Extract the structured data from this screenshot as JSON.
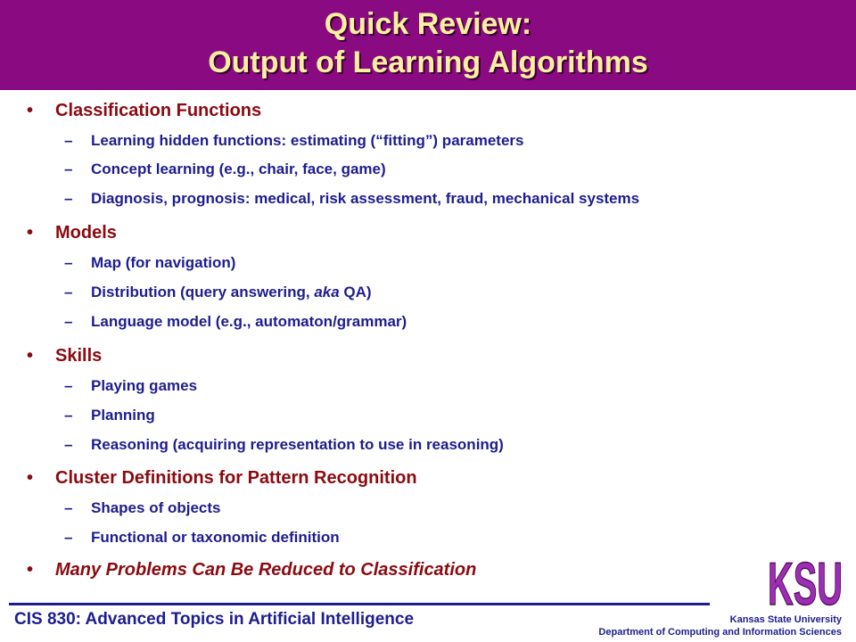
{
  "slide": {
    "title_line1": "Quick Review:",
    "title_line2": "Output of Learning Algorithms"
  },
  "sections": [
    {
      "heading": "Classification Functions",
      "items": [
        "Learning hidden functions: estimating (“fitting”) parameters",
        "Concept learning (e.g., chair, face, game)",
        "Diagnosis, prognosis: medical, risk assessment, fraud, mechanical systems"
      ]
    },
    {
      "heading": "Models",
      "items": [
        "Map (for navigation)",
        {
          "before": "Distribution (query answering, ",
          "emph": "aka",
          "after": " QA)"
        },
        "Language model (e.g., automaton/grammar)"
      ]
    },
    {
      "heading": "Skills",
      "items": [
        "Playing games",
        "Planning",
        "Reasoning (acquiring representation to use in reasoning)"
      ]
    },
    {
      "heading": "Cluster Definitions for Pattern Recognition",
      "items": [
        "Shapes of objects",
        "Functional or taxonomic definition"
      ]
    }
  ],
  "final_point": "Many Problems Can Be Reduced to Classification",
  "markers": {
    "bullet": "•",
    "dash": "–"
  },
  "footer": {
    "course": "CIS 830: Advanced Topics in Artificial Intelligence",
    "university": "Kansas State University",
    "department": "Department of Computing and Information Sciences"
  },
  "logo": {
    "text": "KSU",
    "icon": "ksu-logo"
  },
  "colors": {
    "header_bg": "#8a0a82",
    "title": "#fff0a0",
    "heading": "#8b0a10",
    "subitem": "#1d1d8f",
    "logo": "#9b2fb0"
  }
}
